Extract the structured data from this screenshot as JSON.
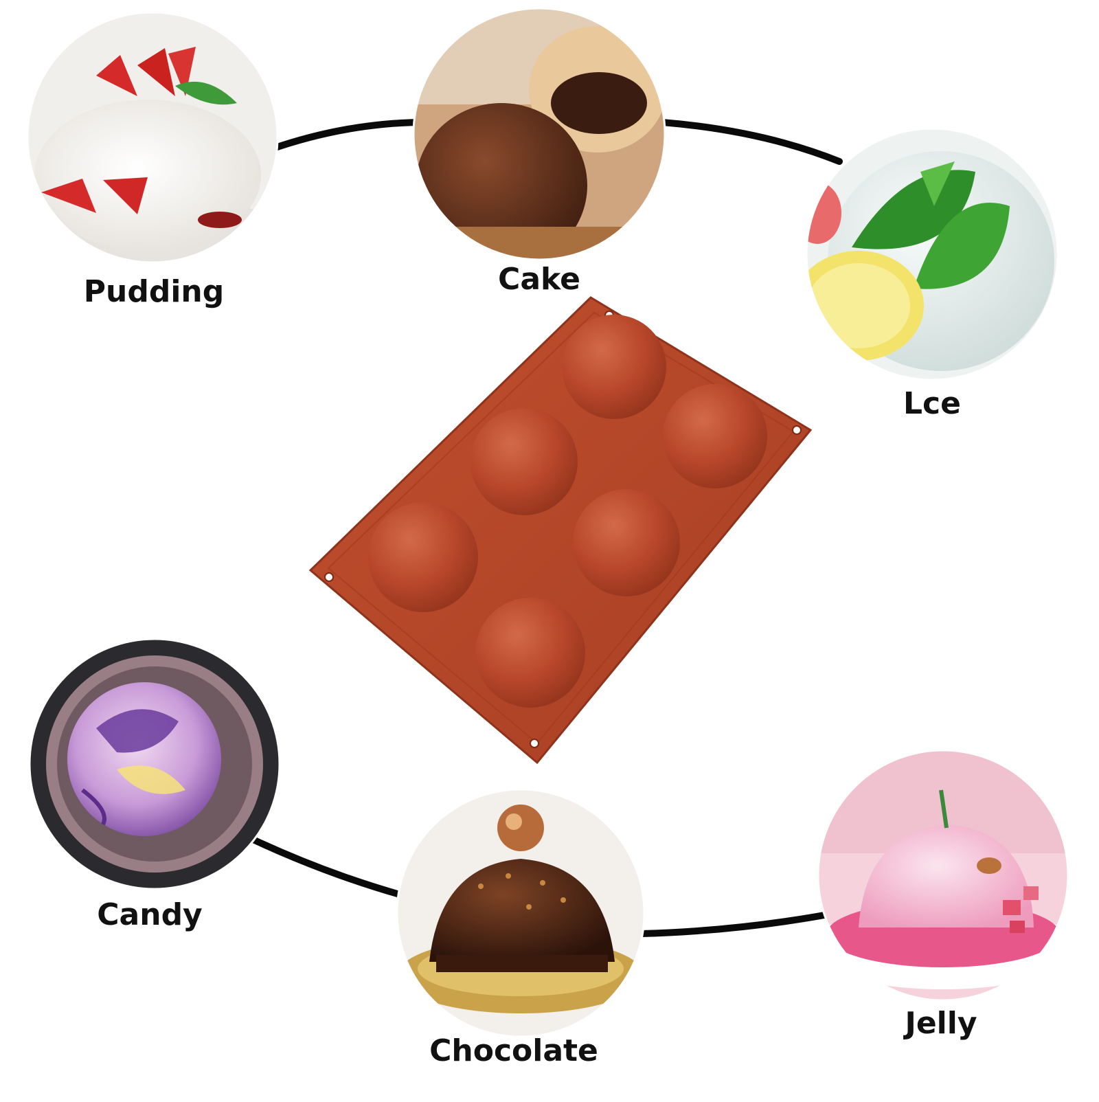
{
  "colors": {
    "mold": "#b8472a",
    "mold_dark": "#97351d",
    "mold_light": "#cc6343",
    "connector": "#0a0a0a",
    "label_text": "#111111",
    "background": "#ffffff"
  },
  "product": {
    "icon": "silicone-half-sphere-mold-6-cavity",
    "cavity_count": 6
  },
  "uses": [
    {
      "id": "pudding",
      "label": "Pudding",
      "icon": "pudding-with-strawberries-photo"
    },
    {
      "id": "cake",
      "label": "Cake",
      "icon": "cocoa-dusted-cake-ball-photo"
    },
    {
      "id": "ice",
      "label": "Lce",
      "icon": "ice-ball-with-mint-and-lemon-photo"
    },
    {
      "id": "candy",
      "label": "Candy",
      "icon": "purple-marbled-candy-dome-photo"
    },
    {
      "id": "chocolate",
      "label": "Chocolate",
      "icon": "chocolate-dome-with-sprinkles-photo"
    },
    {
      "id": "jelly",
      "label": "Jelly",
      "icon": "pink-jelly-dome-photo"
    }
  ]
}
